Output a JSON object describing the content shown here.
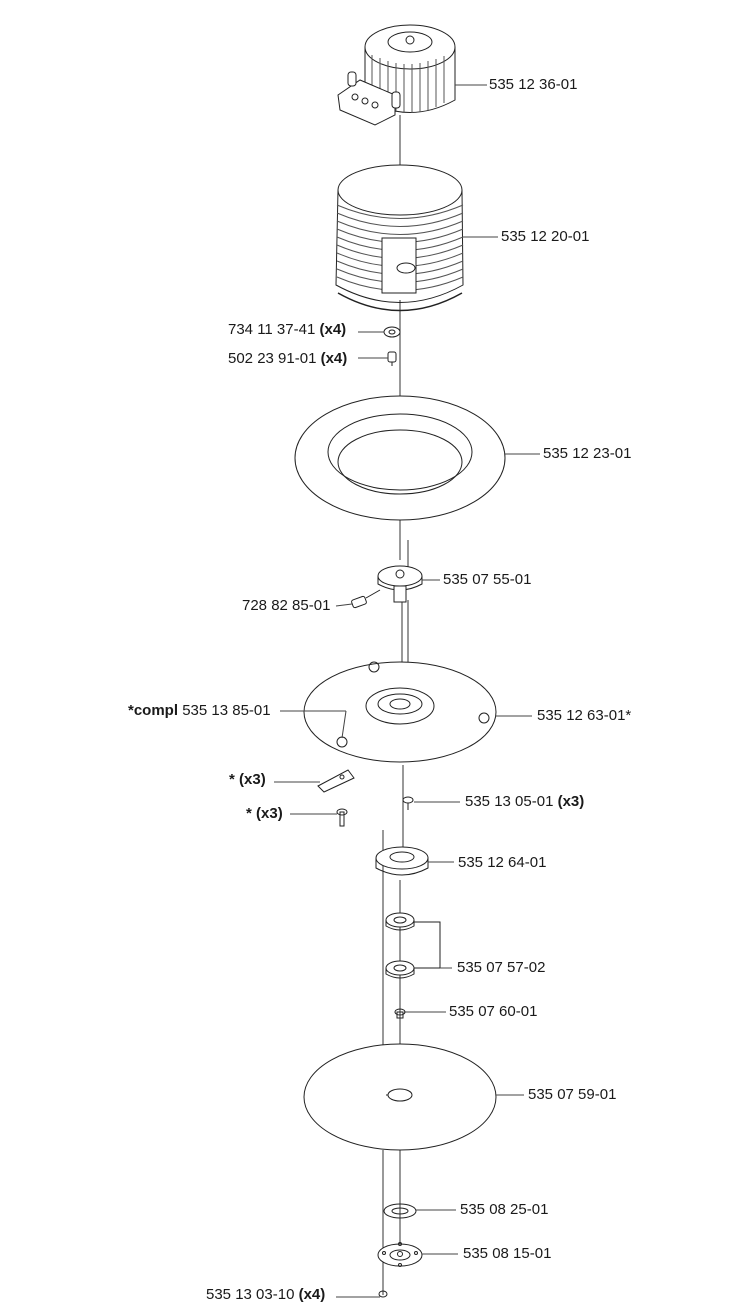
{
  "parts": [
    {
      "id": "motor",
      "number": "535 12 36-01",
      "qty": ""
    },
    {
      "id": "motor-housing",
      "number": "535 12 20-01",
      "qty": ""
    },
    {
      "id": "washer-small",
      "number": "734 11 37-41",
      "qty": "(x4)"
    },
    {
      "id": "screw-small",
      "number": "502 23 91-01",
      "qty": "(x4)"
    },
    {
      "id": "ring-plate",
      "number": "535 12 23-01",
      "qty": ""
    },
    {
      "id": "hub",
      "number": "535 07 55-01",
      "qty": ""
    },
    {
      "id": "set-screw",
      "number": "728 82 85-01",
      "qty": ""
    },
    {
      "id": "blade-disc",
      "number": "535 12 63-01*",
      "qty": ""
    },
    {
      "id": "blade-disc-assembly",
      "prefix": "*compl",
      "number": "535 13 85-01",
      "qty": ""
    },
    {
      "id": "blade",
      "number": "*",
      "qty": "(x3)"
    },
    {
      "id": "blade-screw",
      "number": "*",
      "qty": "(x3)"
    },
    {
      "id": "screw-mid",
      "number": "535 13 05-01",
      "qty": "(x3)"
    },
    {
      "id": "bearing-housing",
      "number": "535 12 64-01",
      "qty": ""
    },
    {
      "id": "bearings",
      "number": "535 07 57-02",
      "qty": ""
    },
    {
      "id": "spacer",
      "number": "535 07 60-01",
      "qty": ""
    },
    {
      "id": "skid-plate",
      "number": "535 07 59-01",
      "qty": ""
    },
    {
      "id": "washer-large",
      "number": "535 08 25-01",
      "qty": ""
    },
    {
      "id": "flange",
      "number": "535 08 15-01",
      "qty": ""
    },
    {
      "id": "bottom-screw",
      "number": "535 13 03-10",
      "qty": "(x4)"
    }
  ]
}
